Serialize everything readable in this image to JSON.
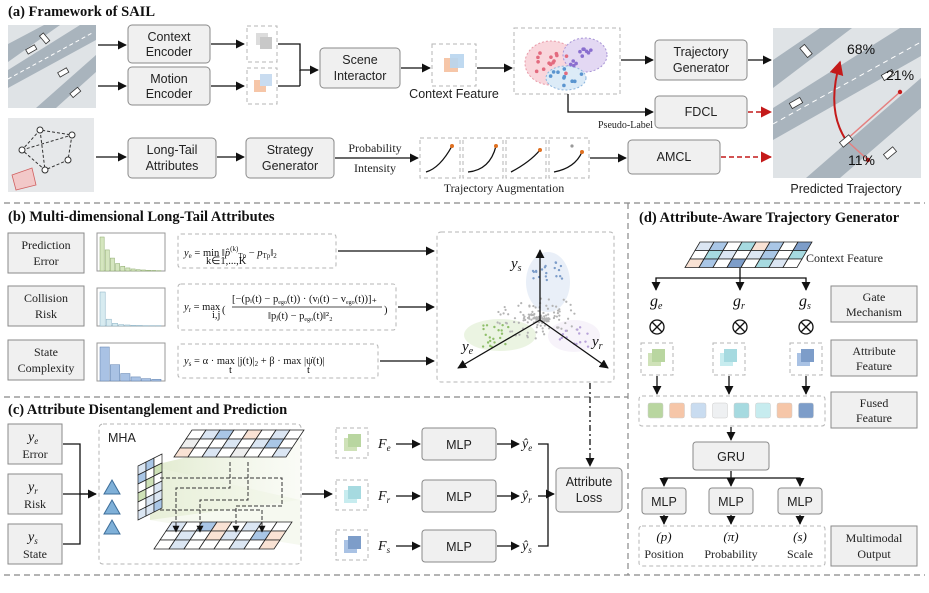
{
  "sections": {
    "a": "(a) Framework of SAIL",
    "b": "(b) Multi-dimensional Long-Tail Attributes",
    "c": "(c) Attribute Disentanglement and Prediction",
    "d": "(d) Attribute-Aware Trajectory Generator"
  },
  "panel_a": {
    "context_encoder": [
      "Context",
      "Encoder"
    ],
    "motion_encoder": [
      "Motion",
      "Encoder"
    ],
    "scene_interactor": [
      "Scene",
      "Interactor"
    ],
    "context_feature": "Context Feature",
    "trajectory_generator": [
      "Trajectory",
      "Generator"
    ],
    "fdcl": "FDCL",
    "pseudo_label": "Pseudo-Label",
    "long_tail_attributes": [
      "Long-Tail",
      "Attributes"
    ],
    "strategy_generator": [
      "Strategy",
      "Generator"
    ],
    "probability": "Probability",
    "intensity": "Intensity",
    "trajectory_augmentation": "Trajectory Augmentation",
    "amcl": "AMCL",
    "predicted_trajectory": "Predicted Trajectory",
    "pct_68": "68%",
    "pct_21": "21%",
    "pct_11": "11%"
  },
  "panel_b": {
    "prediction_error": [
      "Prediction",
      "Error"
    ],
    "collision_risk": [
      "Collision",
      "Risk"
    ],
    "state_complexity": [
      "State",
      "Complexity"
    ],
    "hist_error": [
      1.0,
      0.62,
      0.38,
      0.22,
      0.14,
      0.09,
      0.06,
      0.04,
      0.03,
      0.02,
      0.015,
      0.01
    ],
    "hist_risk": [
      1.0,
      0.2,
      0.08,
      0.04,
      0.03,
      0.02,
      0.015,
      0.01,
      0.01,
      0.01
    ],
    "hist_state": [
      1.0,
      0.48,
      0.22,
      0.12,
      0.07,
      0.05
    ],
    "axis_ys": "y",
    "axis_ys_sub": "s",
    "axis_ye": "y",
    "axis_ye_sub": "e",
    "axis_yr": "y",
    "axis_yr_sub": "r"
  },
  "panel_c": {
    "ye_label": "Error",
    "yr_label": "Risk",
    "ys_label": "State",
    "mha": "MHA",
    "fe": "F",
    "fr": "F",
    "fs": "F",
    "mlp": "MLP",
    "attribute_loss": [
      "Attribute",
      "Loss"
    ]
  },
  "panel_d": {
    "context_feature": "Context Feature",
    "gate_mechanism": [
      "Gate",
      "Mechanism"
    ],
    "attribute_feature": [
      "Attribute",
      "Feature"
    ],
    "fused_feature": [
      "Fused",
      "Feature"
    ],
    "gru": "GRU",
    "mlp": "MLP",
    "multimodal_output": [
      "Multimodal",
      "Output"
    ],
    "out_position_sym": "(p)",
    "out_probability_sym": "(π)",
    "out_scale_sym": "(s)",
    "out_position": "Position",
    "out_probability": "Probability",
    "out_scale": "Scale"
  },
  "colors": {
    "green": "#b9d6a0",
    "blue": "#a9c6e6",
    "orange": "#f6c6a8",
    "teal": "#a6dae0",
    "darkblue": "#7d9dc9",
    "red": "#c41a1a"
  }
}
